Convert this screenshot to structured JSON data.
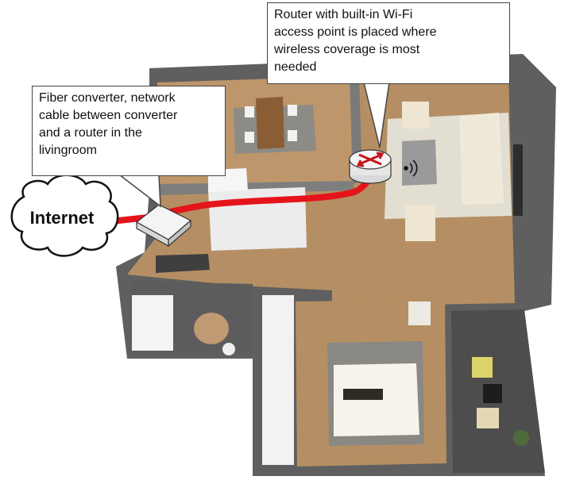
{
  "callouts": {
    "router": {
      "lines": [
        "Router with built-in Wi-Fi",
        "access point is placed where",
        "wireless coverage is most",
        "needed"
      ]
    },
    "fiber": {
      "lines": [
        "Fiber converter, network",
        "cable between converter",
        "and a router in the",
        "livingroom"
      ]
    }
  },
  "internet": {
    "label": "Internet"
  },
  "colors": {
    "cable": "#e5141b",
    "floor": "#b58f63",
    "wall": "#6f6f6f",
    "router_arrows": "#c4161c"
  }
}
